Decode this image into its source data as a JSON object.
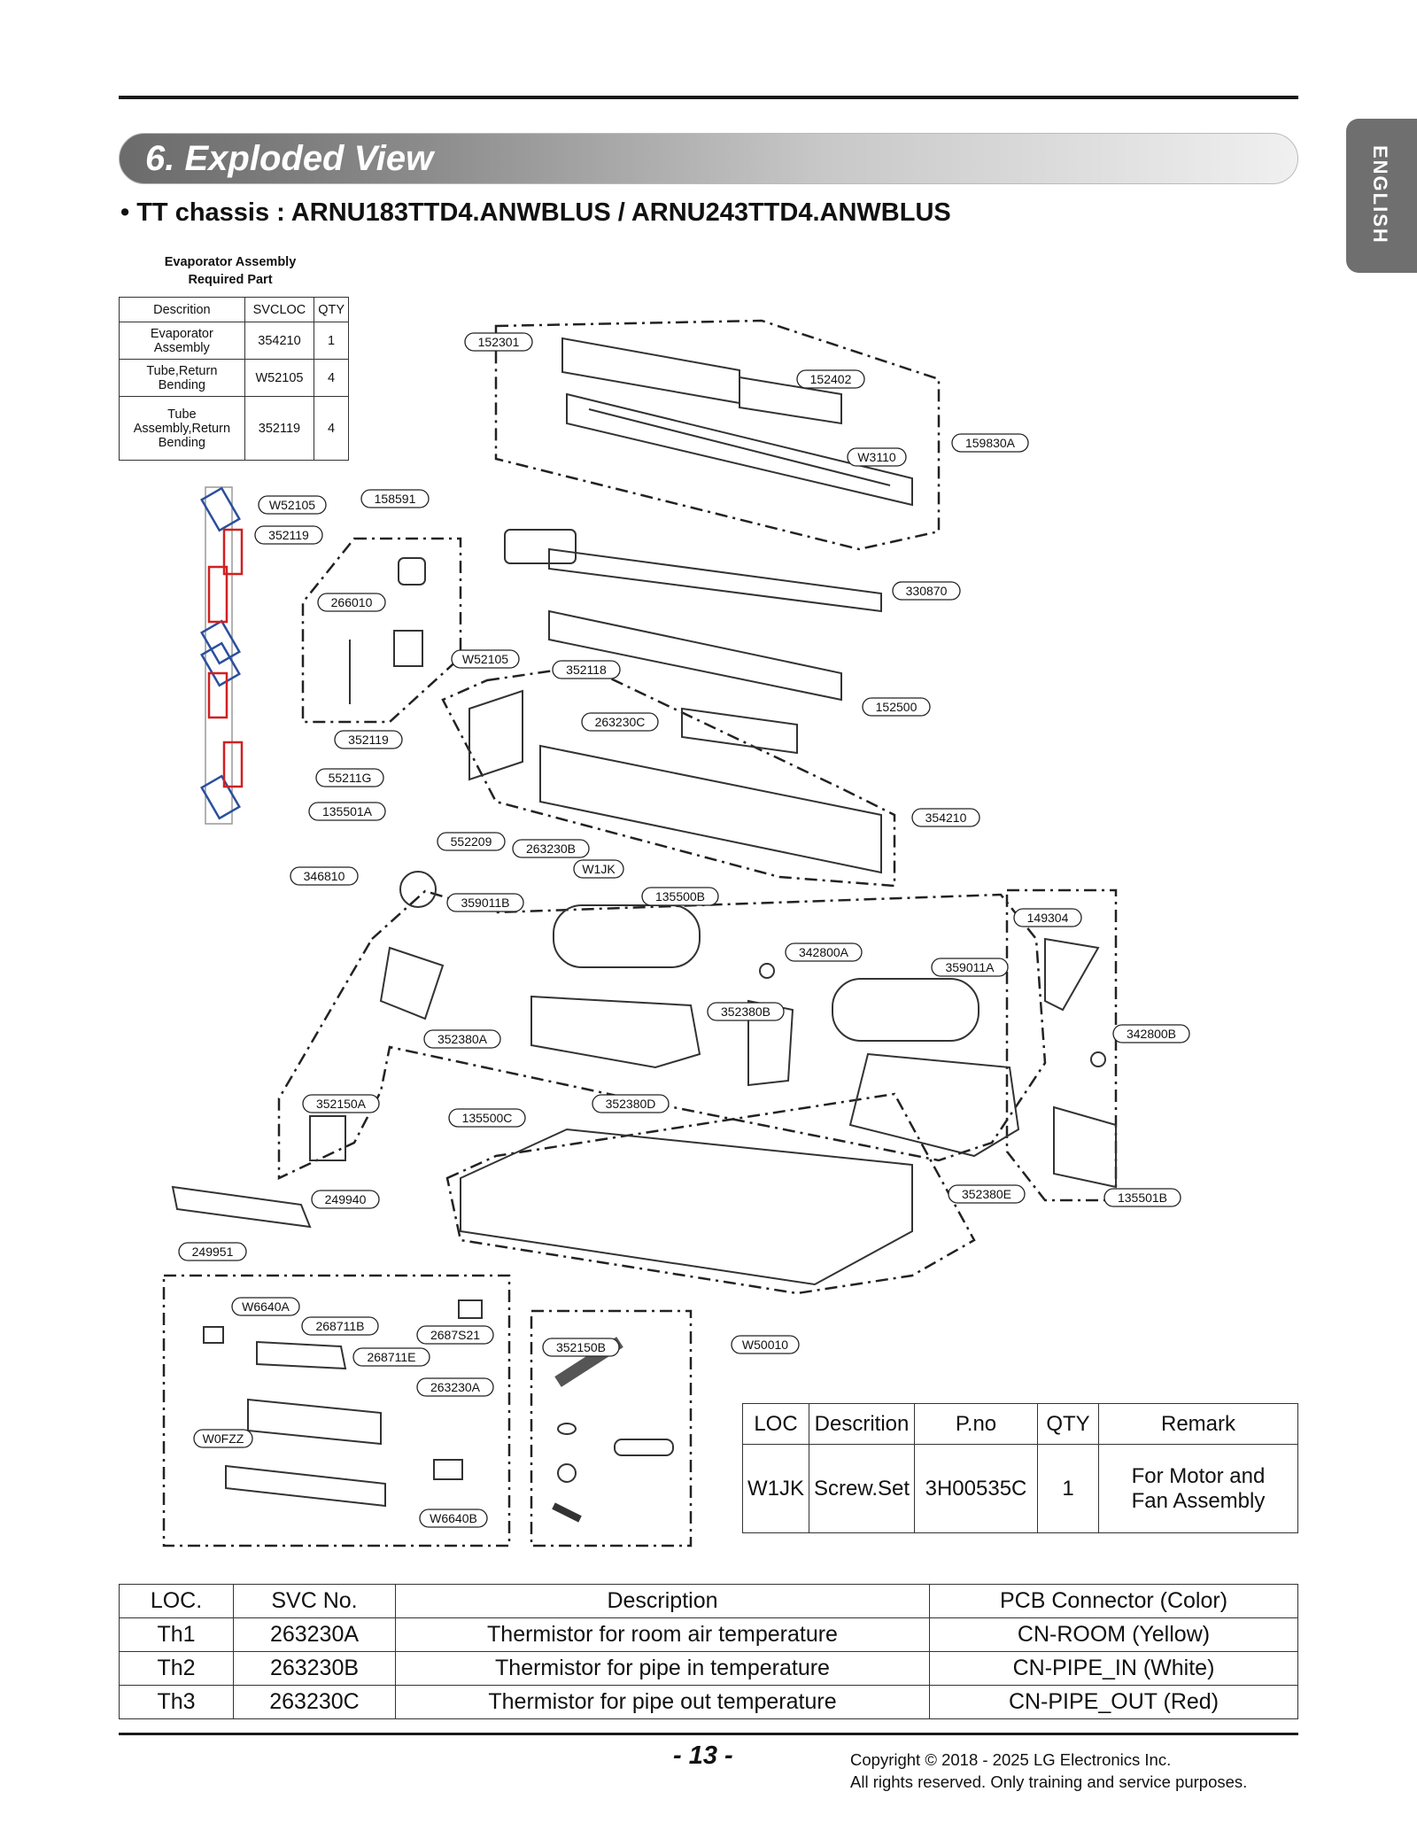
{
  "header": {
    "title": "6. Exploded View",
    "language_tab": "ENGLISH"
  },
  "subtitle": "• TT chassis : ARNU183TTD4.ANWBLUS / ARNU243TTD4.ANWBLUS",
  "evaporator_table": {
    "caption_line1": "Evaporator Assembly",
    "caption_line2": "Required Part",
    "headers": [
      "Descrition",
      "SVCLOC",
      "QTY"
    ],
    "rows": [
      [
        "Evaporator Assembly",
        "354210",
        "1"
      ],
      [
        "Tube,Return Bending",
        "W52105",
        "4"
      ],
      [
        "Tube Assembly,Return Bending",
        "352119",
        "4"
      ]
    ]
  },
  "part_labels": {
    "p152301": "152301",
    "p152402": "152402",
    "pW3110": "W3110",
    "p159830A": "159830A",
    "p158591": "158591",
    "pW52105a": "W52105",
    "p352119a": "352119",
    "p266010": "266010",
    "p330870": "330870",
    "pW52105b": "W52105",
    "p352118": "352118",
    "p263230C": "263230C",
    "p152500": "152500",
    "p352119b": "352119",
    "p55211G": "55211G",
    "p135501A": "135501A",
    "p552209": "552209",
    "p263230B": "263230B",
    "p354210": "354210",
    "pW1JK": "W1JK",
    "p346810": "346810",
    "p359011B": "359011B",
    "p135500B": "135500B",
    "p149304": "149304",
    "p342800A": "342800A",
    "p359011A": "359011A",
    "p352380B": "352380B",
    "p342800B": "342800B",
    "p352380A": "352380A",
    "p352150A": "352150A",
    "p135500C": "135500C",
    "p352380D": "352380D",
    "p249940": "249940",
    "p352380E": "352380E",
    "p135501B": "135501B",
    "p249951": "249951",
    "pW6640A": "W6640A",
    "p268711B": "268711B",
    "p2687S21": "2687S21",
    "p268711E": "268711E",
    "p352150B": "352150B",
    "pW50010": "W50010",
    "p263230A": "263230A",
    "pW0FZZ": "W0FZZ",
    "pW6640B": "W6640B"
  },
  "loc_table": {
    "headers": [
      "LOC",
      "Descrition",
      "P.no",
      "QTY",
      "Remark"
    ],
    "row": [
      "W1JK",
      "Screw.Set",
      "3H00535C",
      "1",
      "For Motor and Fan Assembly"
    ]
  },
  "thermistor_table": {
    "headers": [
      "LOC.",
      "SVC No.",
      "Description",
      "PCB Connector (Color)"
    ],
    "rows": [
      [
        "Th1",
        "263230A",
        "Thermistor for room air temperature",
        "CN-ROOM (Yellow)"
      ],
      [
        "Th2",
        "263230B",
        "Thermistor for pipe in temperature",
        "CN-PIPE_IN (White)"
      ],
      [
        "Th3",
        "263230C",
        "Thermistor for pipe out temperature",
        "CN-PIPE_OUT (Red)"
      ]
    ]
  },
  "footer": {
    "page_number": "- 13 -",
    "copyright_line1": "Copyright © 2018 - 2025 LG Electronics Inc.",
    "copyright_line2": "All rights reserved. Only training and service purposes."
  },
  "colors": {
    "banner_dark": "#6b6b6b",
    "tab": "#6f6f6f",
    "highlight_blue": "#2b4f9e",
    "highlight_red": "#d12020"
  }
}
